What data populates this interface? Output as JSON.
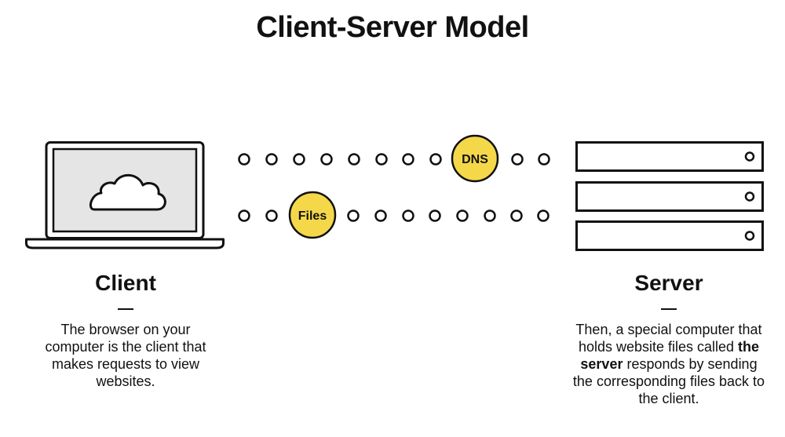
{
  "title": "Client-Server Model",
  "client": {
    "heading": "Client",
    "description": "The browser on your computer is the client that makes requests to view websites."
  },
  "server": {
    "heading": "Server",
    "description_before": "Then, a special computer that holds website files called ",
    "description_bold": "the server",
    "description_after": " responds by sending the corresponding files back to the client."
  },
  "flow": {
    "top_badge": "DNS",
    "bottom_badge": "Files"
  },
  "colors": {
    "accent": "#f5d84a",
    "ink": "#111111",
    "laptop_screen": "#e5e5e5"
  }
}
